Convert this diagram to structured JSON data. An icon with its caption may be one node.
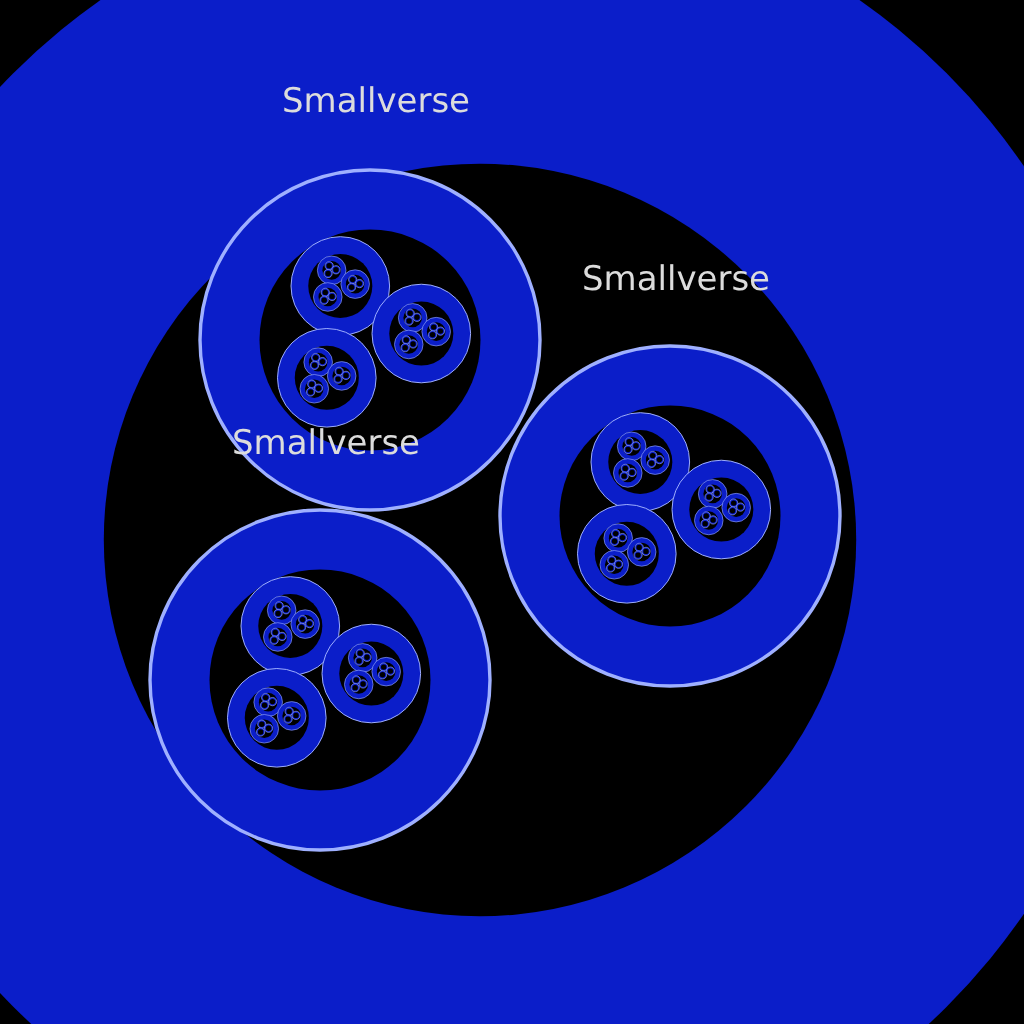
{
  "diagram": {
    "labels": [
      "Smallverse",
      "Smallverse",
      "Smallverse"
    ]
  }
}
